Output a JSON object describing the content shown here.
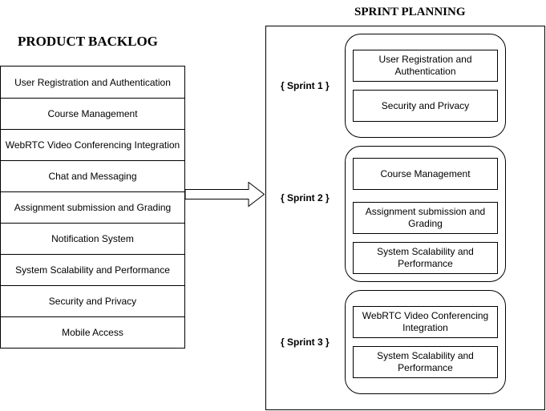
{
  "product_backlog": {
    "title": "PRODUCT BACKLOG",
    "items": [
      "User Registration and Authentication",
      "Course Management",
      "WebRTC Video Conferencing Integration",
      "Chat and Messaging",
      "Assignment submission and Grading",
      "Notification System",
      "System Scalability and Performance",
      "Security and Privacy",
      "Mobile Access"
    ]
  },
  "sprint_planning": {
    "title": "SPRINT PLANNING",
    "sprints": [
      {
        "label": "{ Sprint 1 }",
        "tasks": [
          "User Registration and Authentication",
          "Security and Privacy"
        ]
      },
      {
        "label": "{ Sprint 2 }",
        "tasks": [
          "Course Management",
          "Assignment submission and Grading",
          "System Scalability and Performance"
        ]
      },
      {
        "label": "{ Sprint 3 }",
        "tasks": [
          "WebRTC Video Conferencing Integration",
          "System Scalability and Performance"
        ]
      }
    ]
  }
}
